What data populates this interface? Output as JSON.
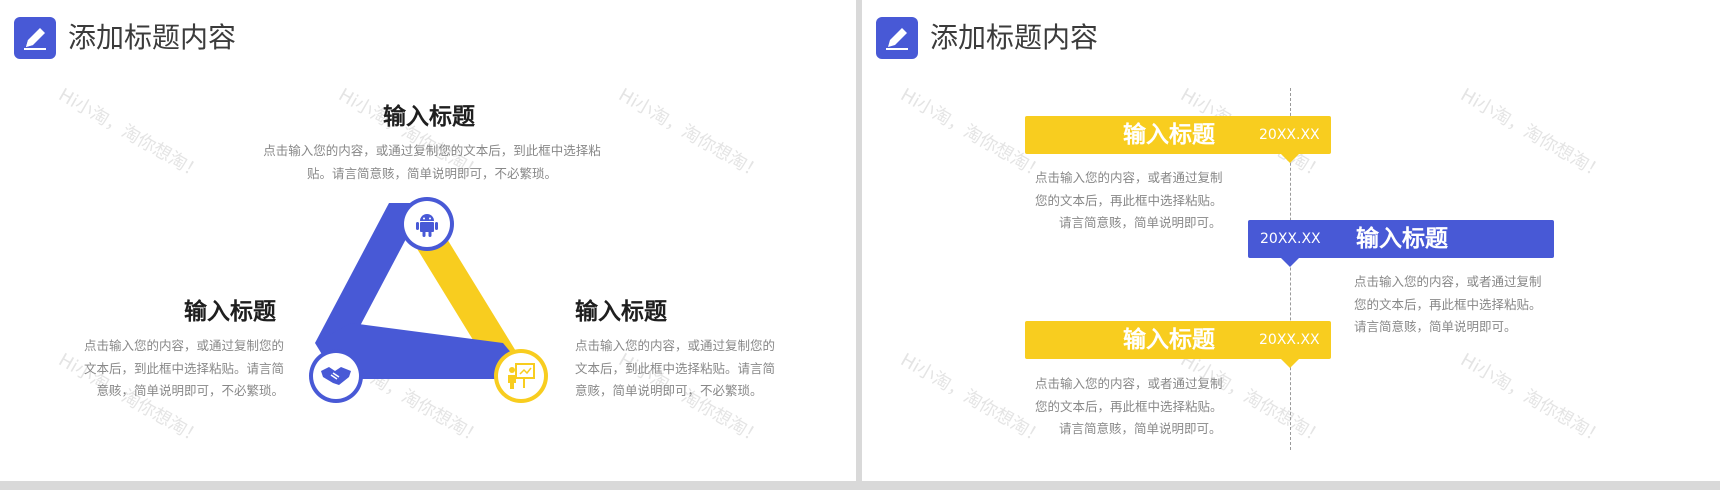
{
  "colors": {
    "blue": "#4859d6",
    "yellow": "#f8cd1f",
    "title": "#1f1f1f",
    "desc": "#888888"
  },
  "watermark": "Hi小淘，淘你想淘！",
  "left_slide": {
    "header": {
      "title": "添加标题内容",
      "icon": "pencil-icon"
    },
    "items": [
      {
        "title": "输入标题",
        "desc": [
          "点击输入您的内容，或通过复制您的文本后，到此框中选择粘",
          "贴。请言简意赅，简单说明即可，不必繁琐。"
        ],
        "icon": "android-icon"
      },
      {
        "title": "输入标题",
        "desc": [
          "点击输入您的内容，或通过复制您的",
          "文本后，到此框中选择粘贴。请言简",
          "意赅，简单说明即可，不必繁琐。"
        ],
        "icon": "handshake-icon"
      },
      {
        "title": "输入标题",
        "desc": [
          "点击输入您的内容，或通过复制您的",
          "文本后，到此框中选择粘贴。请言简",
          "意赅，简单说明即可，不必繁琐。"
        ],
        "icon": "presenter-icon"
      }
    ]
  },
  "right_slide": {
    "header": {
      "title": "添加标题内容",
      "icon": "pencil-icon"
    },
    "timeline": [
      {
        "title": "输入标题",
        "date": "20XX.XX",
        "color": "yellow",
        "desc": [
          "点击输入您的内容，或者通过复制",
          "您的文本后，再此框中选择粘贴。",
          "请言简意赅，简单说明即可。"
        ]
      },
      {
        "title": "输入标题",
        "date": "20XX.XX",
        "color": "blue",
        "desc": [
          "点击输入您的内容，或者通过复制",
          "您的文本后，再此框中选择粘贴。",
          "请言简意赅，简单说明即可。"
        ]
      },
      {
        "title": "输入标题",
        "date": "20XX.XX",
        "color": "yellow",
        "desc": [
          "点击输入您的内容，或者通过复制",
          "您的文本后，再此框中选择粘贴。",
          "请言简意赅，简单说明即可。"
        ]
      }
    ]
  }
}
